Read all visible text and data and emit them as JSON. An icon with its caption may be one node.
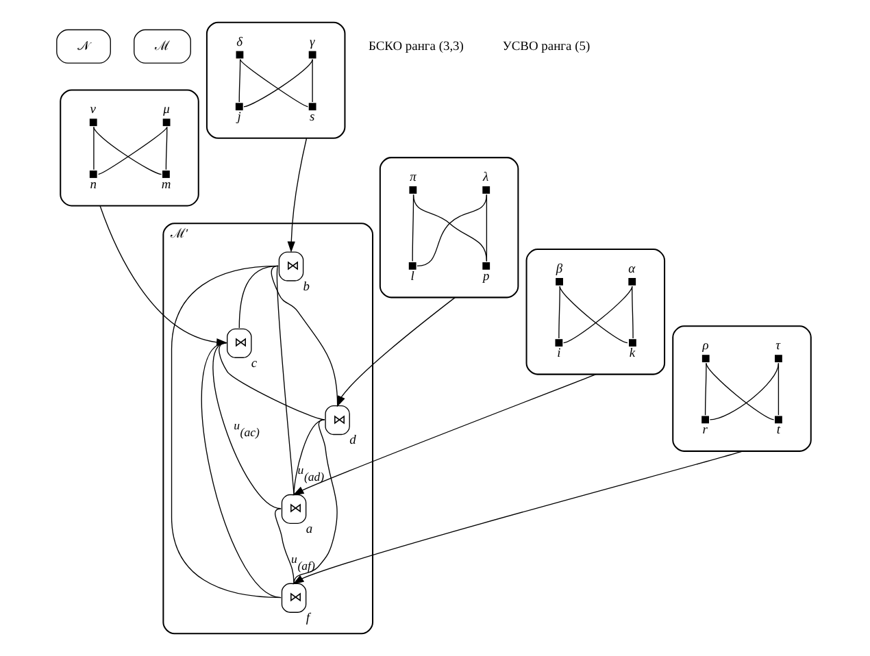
{
  "diagram": {
    "nodes": [
      {
        "text": [
          "𝒩"
        ]
      },
      {
        "text": [
          "ℳ"
        ]
      },
      {
        "text": [],
        "shape": "ellipse"
      },
      {
        "text": [
          "α"
        ],
        "in": 2
      },
      {
        "text": [
          "β"
        ],
        "in": 2
      },
      {
        "text": [
          "i"
        ],
        "in": 2
      },
      {
        "text": [
          "k"
        ],
        "in": 2
      },
      {
        "text": [],
        "shape": "ellipse"
      },
      {
        "text": [
          "γ"
        ],
        "in": 7
      },
      {
        "text": [
          "δ"
        ],
        "in": 7
      },
      {
        "text": [
          "j"
        ],
        "in": 7
      },
      {
        "text": [
          "s"
        ],
        "in": 7
      },
      {
        "text": [],
        "shape": "ellipse"
      },
      {
        "text": [
          "μ"
        ],
        "in": 12
      },
      {
        "text": [
          "ν"
        ],
        "in": 12
      },
      {
        "text": [
          "m"
        ],
        "in": 12
      },
      {
        "text": [
          "n"
        ],
        "in": 12
      },
      {
        "text": [],
        "shape": "ellipse"
      },
      {
        "text": [
          "λ"
        ],
        "in": 17
      },
      {
        "text": [
          "π"
        ],
        "in": 17
      },
      {
        "text": [
          "l"
        ],
        "in": 17
      },
      {
        "text": [
          "p"
        ],
        "in": 17
      },
      {
        "text": [],
        "shape": "ellipse"
      },
      {
        "text": [
          "ρ"
        ],
        "in": 22
      },
      {
        "text": [
          "τ"
        ],
        "in": 22
      },
      {
        "text": [
          "r"
        ],
        "in": 22
      },
      {
        "text": [
          "t"
        ],
        "in": 22
      },
      {
        "text": [
          "ℳ′"
        ]
      },
      {
        "text": [
          "⋈"
        ],
        "beside": [
          "c"
        ],
        "in": 27
      },
      {
        "text": [
          "⋈"
        ],
        "beside": [
          "b"
        ],
        "in": 27
      },
      {
        "text": [
          "⋈"
        ],
        "beside": [
          "d"
        ],
        "in": 27
      },
      {
        "text": [
          "⋈"
        ],
        "beside": [
          "a"
        ],
        "in": 27
      },
      {
        "text": [
          "⋈"
        ],
        "beside": [
          "f"
        ],
        "in": 27
      }
    ],
    "edges": [
      {
        "from": 3,
        "to": 5,
        "arrow": "none"
      },
      {
        "from": 3,
        "to": 6,
        "arrow": "none"
      },
      {
        "from": 4,
        "to": 5,
        "arrow": "none"
      },
      {
        "from": 4,
        "to": 6,
        "arrow": "none"
      },
      {
        "from": 8,
        "to": 10,
        "arrow": "none"
      },
      {
        "from": 8,
        "to": 11,
        "arrow": "none"
      },
      {
        "from": 9,
        "to": 10,
        "arrow": "none"
      },
      {
        "from": 9,
        "to": 11,
        "arrow": "none"
      },
      {
        "from": 13,
        "to": 15,
        "arrow": "none"
      },
      {
        "from": 13,
        "to": 16,
        "arrow": "none"
      },
      {
        "from": 14,
        "to": 15,
        "arrow": "none"
      },
      {
        "from": 14,
        "to": 16,
        "arrow": "none"
      },
      {
        "from": 18,
        "to": 20,
        "arrow": "none"
      },
      {
        "from": 18,
        "to": 21,
        "arrow": "none"
      },
      {
        "from": 19,
        "to": 20,
        "arrow": "none"
      },
      {
        "from": 19,
        "to": 21,
        "arrow": "none"
      },
      {
        "from": 23,
        "to": 25,
        "arrow": "none"
      },
      {
        "from": 23,
        "to": 26,
        "arrow": "none"
      },
      {
        "from": 24,
        "to": 25,
        "arrow": "none"
      },
      {
        "from": 24,
        "to": 26,
        "arrow": "none"
      },
      {
        "from": 2,
        "to": 31,
        "arrow": "to"
      },
      {
        "from": 7,
        "to": 29,
        "arrow": "to"
      },
      {
        "from": 12,
        "to": 28,
        "arrow": "to"
      },
      {
        "from": 17,
        "to": 30,
        "arrow": "to"
      },
      {
        "from": 22,
        "to": 32,
        "arrow": "to"
      },
      {
        "from": 29,
        "to": 28,
        "arrow": "none"
      },
      {
        "from": 28,
        "to": 30,
        "arrow": "none"
      },
      {
        "from": 29,
        "to": 30,
        "arrow": "none"
      },
      {
        "from": 29,
        "to": 32,
        "arrow": "none"
      },
      {
        "from": 29,
        "to": 31,
        "arrow": "none"
      },
      {
        "from": 28,
        "to": 31,
        "arrow": "none",
        "label": "u$_{(ac)}$"
      },
      {
        "from": 28,
        "to": 32,
        "arrow": "none"
      },
      {
        "from": 30,
        "to": 31,
        "arrow": "none",
        "label": "u$_{(ad)}$"
      },
      {
        "from": 30,
        "to": 32,
        "arrow": "none"
      },
      {
        "from": 31,
        "to": 32,
        "arrow": "none",
        "label": "u$_{(af)}$"
      }
    ],
    "labels": [
      "БСКО ранга (3,3)",
      "УСВО ранга (5)"
    ]
  }
}
